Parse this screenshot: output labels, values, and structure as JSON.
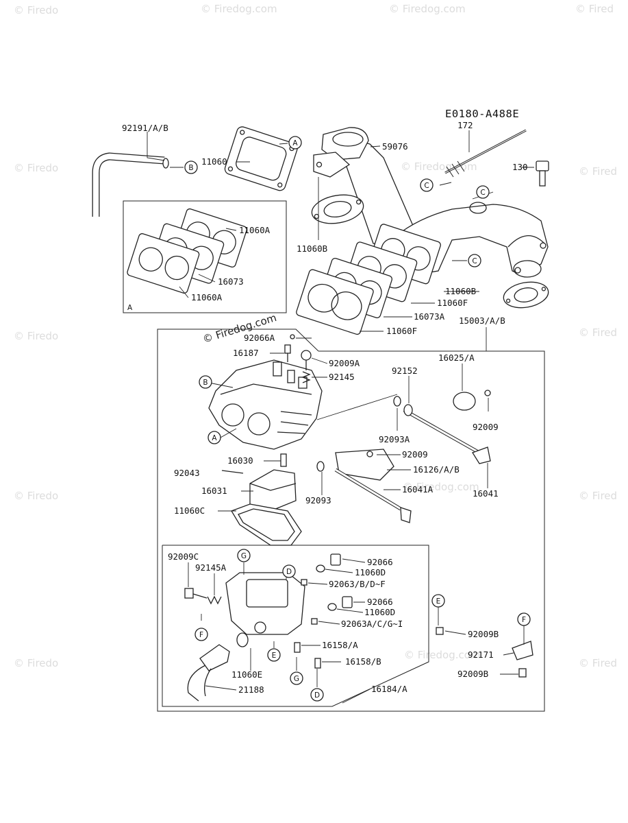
{
  "diagram_code": "E0180-A488E",
  "watermark_main": "© Firedog.com",
  "watermark_repeat": "© Firedog.com",
  "watermark_partial_left": "© Firedo",
  "watermark_partial_right": "© Fired",
  "box_labels": {
    "inset_a": "A"
  },
  "parts": {
    "p92191": "92191/A/B",
    "p11060": "11060",
    "p11060A_1": "11060A",
    "p16073": "16073",
    "p11060A_2": "11060A",
    "p59076": "59076",
    "p172": "172",
    "p130": "130",
    "p11060B_1": "11060B",
    "p11060B_2": "11060B",
    "p11060F_1": "11060F",
    "p16073A": "16073A",
    "p11060F_2": "11060F",
    "p15003": "15003/A/B",
    "p92066A": "92066A",
    "p16187": "16187",
    "p92009A": "92009A",
    "p92145": "92145",
    "p16025": "16025/A",
    "p92152": "92152",
    "p92009_1": "92009",
    "p92093A": "92093A",
    "p92009_2": "92009",
    "p16126": "16126/A/B",
    "p16030": "16030",
    "p92043": "92043",
    "p16041A": "16041A",
    "p16031": "16031",
    "p92093": "92093",
    "p16041": "16041",
    "p11060C": "11060C",
    "p92009C": "92009C",
    "p92145A": "92145A",
    "p92066_1": "92066",
    "p11060D_1": "11060D",
    "p92063a": "92063/B/D~F",
    "p92066_2": "92066",
    "p11060D_2": "11060D",
    "p92063b": "92063A/C/G~I",
    "p92009B_1": "92009B",
    "p16158a": "16158/A",
    "p92171": "92171",
    "p11060E": "11060E",
    "p16158b": "16158/B",
    "p92009B_2": "92009B",
    "p21188": "21188",
    "p16184": "16184/A"
  },
  "refs": {
    "r_a1": "A",
    "r_b1": "B",
    "r_c1": "C",
    "r_c2": "C",
    "r_c3": "C",
    "r_b2": "B",
    "r_a2": "A",
    "r_g1": "G",
    "r_d1": "D",
    "r_f1": "F",
    "r_e1": "E",
    "r_g2": "G",
    "r_d2": "D",
    "r_e2": "E",
    "r_f2": "F"
  }
}
